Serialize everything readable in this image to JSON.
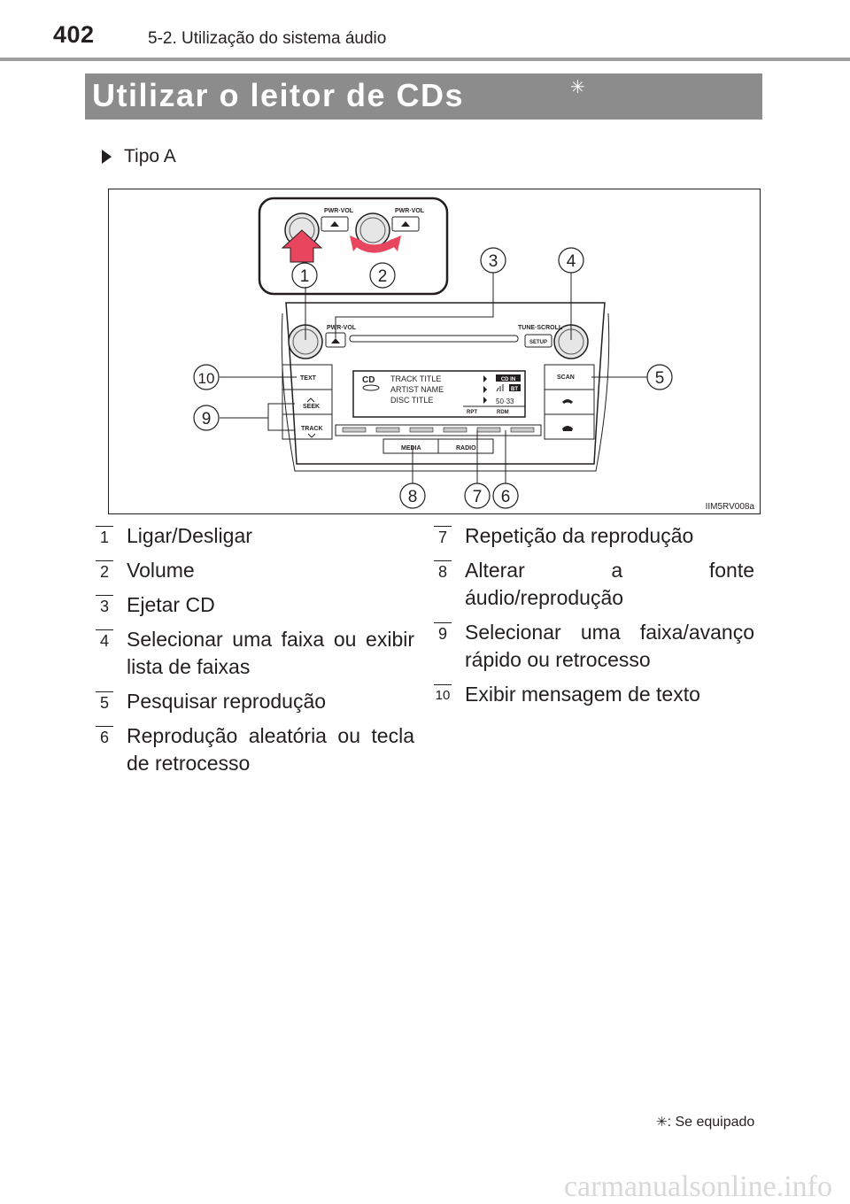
{
  "header": {
    "page_number": "402",
    "section": "5-2. Utilização do sistema áudio"
  },
  "title": {
    "text": "Utilizar o leitor de CDs",
    "marker": "✳"
  },
  "subtitle": "Tipo A",
  "figure": {
    "code": "IIM5RV008a",
    "labels": {
      "pwr_vol": "PWR·VOL",
      "pwr_vol_top": "PWR·VOL",
      "tune_scroll": "TUNE·SCROLL",
      "setup": "SETUP",
      "text": "TEXT",
      "seek": "SEEK",
      "track": "TRACK",
      "scan": "SCAN",
      "media": "MEDIA",
      "radio": "RADIO"
    },
    "display": {
      "source": "CD",
      "track": "TRACK TITLE",
      "artist": "ARTIST NAME",
      "disc": "DISC TITLE",
      "cd_in": "CD IN",
      "bt": "BT",
      "time": "50·33",
      "rpt": "RPT",
      "rdm": "RDM"
    },
    "callouts": [
      "1",
      "2",
      "3",
      "4",
      "5",
      "6",
      "7",
      "8",
      "9",
      "10"
    ]
  },
  "legend_left": [
    {
      "num": "1",
      "text": "Ligar/Desligar"
    },
    {
      "num": "2",
      "text": "Volume"
    },
    {
      "num": "3",
      "text": "Ejetar CD"
    },
    {
      "num": "4",
      "text": "Selecionar uma faixa ou exibir lista de faixas"
    },
    {
      "num": "5",
      "text": "Pesquisar reprodução"
    },
    {
      "num": "6",
      "text": "Reprodução aleatória ou tecla de retrocesso"
    }
  ],
  "legend_right": [
    {
      "num": "7",
      "text": "Repetição da reprodução"
    },
    {
      "num": "8",
      "text": "Alterar a fonte áudio/reprodução"
    },
    {
      "num": "9",
      "text": "Selecionar uma faixa/avanço rápido ou retrocesso"
    },
    {
      "num": "10",
      "text": "Exibir mensagem de texto"
    }
  ],
  "footnote": {
    "marker": "✳",
    "text": ": Se equipado"
  },
  "watermark": "carmanualsonline.info"
}
